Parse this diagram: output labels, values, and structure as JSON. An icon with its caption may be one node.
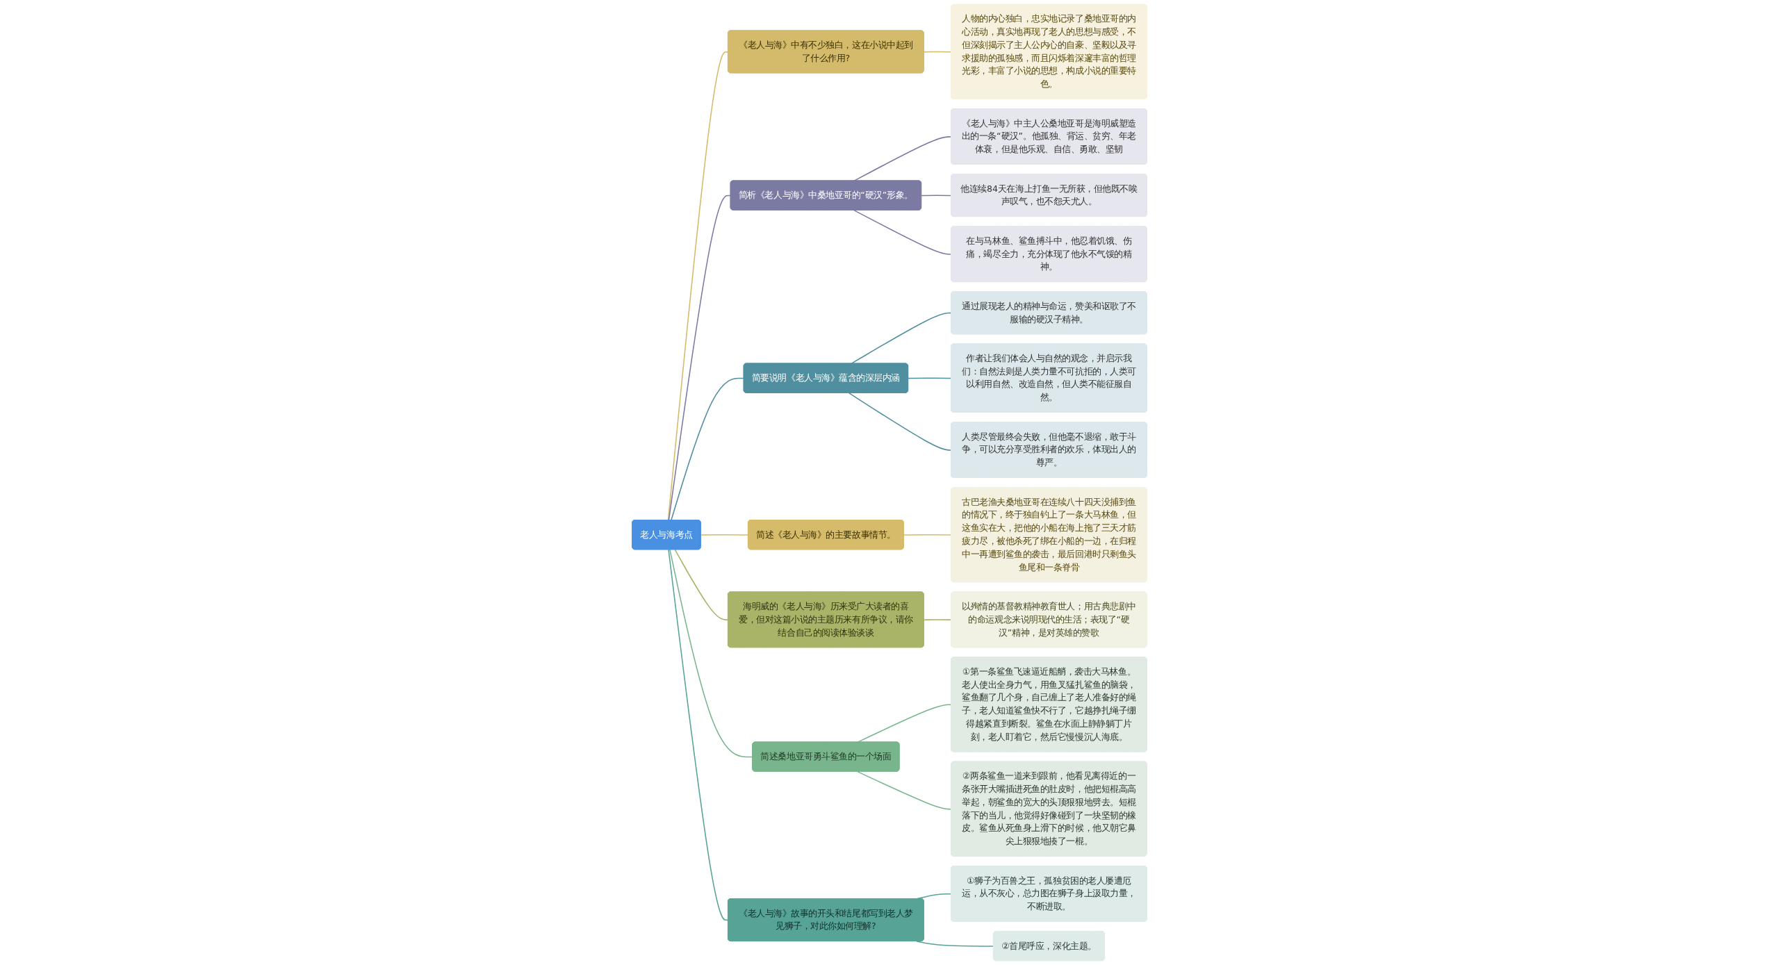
{
  "diagram": {
    "nodes": [
      {
        "text": [
          "老人与海考点"
        ]
      },
      {
        "text": [
          "《老人与海》中有不少独白，这在小说中起到了什么作用?"
        ]
      },
      {
        "text": [
          "人物的内心独白，忠实地记录了桑地亚哥的内心活动，真实地再现了老人的思想与感受，不但深刻揭示了主人公内心的自豪、坚毅以及寻求援助的孤独感，而且闪烁着深邃丰富的哲理光彩，丰富了小说的思想，构成小说的重要特色。"
        ]
      },
      {
        "text": [
          "简析《老人与海》中桑地亚哥的“硬汉”形象。"
        ]
      },
      {
        "text": [
          "《老人与海》中主人公桑地亚哥是海明威塑造出的一条“硬汉”。他孤独、背运、贫穷、年老体衰，但是他乐观、自信、勇敢、坚韧"
        ]
      },
      {
        "text": [
          "他连续84天在海上打鱼一无所获，但他既不唉声叹气，也不怨天尤人。"
        ]
      },
      {
        "text": [
          "在与马林鱼、鲨鱼搏斗中，他忍着饥饿、伤痛，竭尽全力，充分体现了他永不气馁的精神。"
        ]
      },
      {
        "text": [
          "简要说明《老人与海》蕴含的深层内涵"
        ]
      },
      {
        "text": [
          "通过展现老人的精神与命运，赞美和讴歌了不服输的硬汉子精神。"
        ]
      },
      {
        "text": [
          "作者让我们体会人与自然的观念，并启示我们：自然法则是人类力量不可抗拒的，人类可以利用自然、改造自然，但人类不能征服自然。"
        ]
      },
      {
        "text": [
          "人类尽管最终会失败，但他毫不退缩，敢于斗争，可以充分享受胜利者的欢乐，体现出人的尊严。"
        ]
      },
      {
        "text": [
          "简述《老人与海》的主要故事情节。"
        ]
      },
      {
        "text": [
          "古巴老渔夫桑地亚哥在连续八十四天没捕到鱼的情况下，终于独自钓上了一条大马林鱼，但这鱼实在大，把他的小船在海上拖了三天才筋疲力尽，被他杀死了绑在小船的一边，在归程中一再遭到鲨鱼的袭击，最后回港时只剩鱼头鱼尾和一条脊骨"
        ]
      },
      {
        "text": [
          "海明威的《老人与海》历来受广大读者的喜爱，但对这篇小说的主题历来有所争议，请你结合自己的阅读体验谈谈"
        ]
      },
      {
        "text": [
          "以殉情的基督教精神教育世人；用古典悲剧中的命运观念来说明现代的生活；表现了“硬汉”精神，是对英雄的赞歌"
        ]
      },
      {
        "text": [
          "简述桑地亚哥勇斗鲨鱼的一个场面"
        ]
      },
      {
        "text": [
          "①第一条鲨鱼飞速逼近船艄，袭击大马林鱼。老人使出全身力气，用鱼叉猛扎鲨鱼的脑袋，鲨鱼翻了几个身，自己缠上了老人准备好的绳子，老人知道鲨鱼快不行了，它越挣扎绳子绷得越紧直到断裂。鲨鱼在水面上静静躺丁片刻，老人盯着它，然后它慢慢沉人海底。"
        ]
      },
      {
        "text": [
          "②两条鲨鱼一道来到跟前，他看见离得近的一条张开大嘴插进死鱼的肚皮时，他把短棍高高举起，朝鲨鱼的宽大的头顶狠狠地劈去。短棍落下的当儿，他觉得好像碰到了一块坚韧的橡皮。鲨鱼从死鱼身上滑下的时候，他又朝它鼻尖上狠狠地揍了一棍。"
        ]
      },
      {
        "text": [
          "《老人与海》故事的开头和结尾都写到老人梦见狮子，对此你如何理解?"
        ]
      },
      {
        "text": [
          "①狮子为百兽之王，孤独贫困的老人屡遭厄运，从不灰心，总力图在狮子身上汲取力量，不断进取。"
        ]
      },
      {
        "text": [
          "②首尾呼应，深化主题。"
        ]
      }
    ],
    "edges": [
      {
        "from": 0,
        "to": 1,
        "arrow": "none",
        "color": "#d4bb6c"
      },
      {
        "from": 1,
        "to": 2,
        "arrow": "none",
        "color": "#d4bb6c"
      },
      {
        "from": 0,
        "to": 3,
        "arrow": "none",
        "color": "#7b7aa3"
      },
      {
        "from": 3,
        "to": 4,
        "arrow": "none",
        "color": "#7b7aa3"
      },
      {
        "from": 3,
        "to": 5,
        "arrow": "none",
        "color": "#7b7aa3"
      },
      {
        "from": 3,
        "to": 6,
        "arrow": "none",
        "color": "#7b7aa3"
      },
      {
        "from": 0,
        "to": 7,
        "arrow": "none",
        "color": "#4f8fa0"
      },
      {
        "from": 7,
        "to": 8,
        "arrow": "none",
        "color": "#4f8fa0"
      },
      {
        "from": 7,
        "to": 9,
        "arrow": "none",
        "color": "#4f8fa0"
      },
      {
        "from": 7,
        "to": 10,
        "arrow": "none",
        "color": "#4f8fa0"
      },
      {
        "from": 0,
        "to": 11,
        "arrow": "none",
        "color": "#d6bb6a"
      },
      {
        "from": 11,
        "to": 12,
        "arrow": "none",
        "color": "#d6bb6a"
      },
      {
        "from": 0,
        "to": 13,
        "arrow": "none",
        "color": "#a9b468"
      },
      {
        "from": 13,
        "to": 14,
        "arrow": "none",
        "color": "#a9b468"
      },
      {
        "from": 0,
        "to": 15,
        "arrow": "none",
        "color": "#79b58c"
      },
      {
        "from": 15,
        "to": 16,
        "arrow": "none",
        "color": "#79b58c"
      },
      {
        "from": 15,
        "to": 17,
        "arrow": "none",
        "color": "#79b58c"
      },
      {
        "from": 0,
        "to": 18,
        "arrow": "none",
        "color": "#57a496"
      },
      {
        "from": 18,
        "to": 19,
        "arrow": "none",
        "color": "#57a496"
      },
      {
        "from": 18,
        "to": 20,
        "arrow": "none",
        "color": "#57a496"
      }
    ]
  }
}
